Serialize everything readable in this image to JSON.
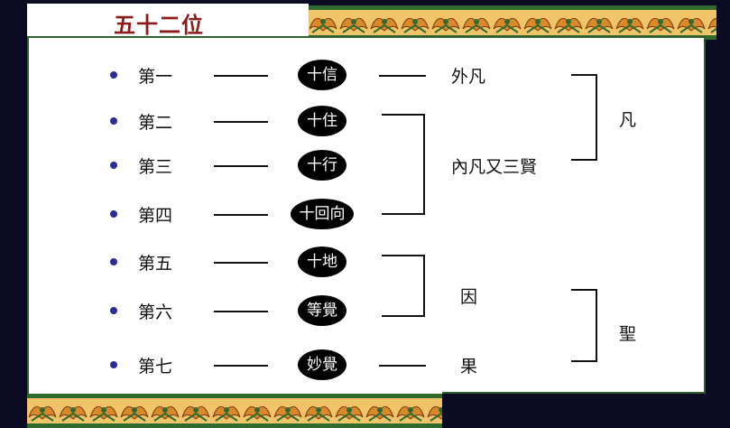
{
  "title": "五十二位",
  "rows": [
    {
      "rank": "第一",
      "stage": "十信"
    },
    {
      "rank": "第二",
      "stage": "十住"
    },
    {
      "rank": "第三",
      "stage": "十行"
    },
    {
      "rank": "第四",
      "stage": "十回向"
    },
    {
      "rank": "第五",
      "stage": "十地"
    },
    {
      "rank": "第六",
      "stage": "等覺"
    },
    {
      "rank": "第七",
      "stage": "妙覺"
    }
  ],
  "groups": {
    "outer_ordinary": "外凡",
    "inner_ordinary": "內凡又三賢",
    "cause": "因",
    "effect": "果"
  },
  "classes": {
    "ordinary": "凡",
    "holy": "聖"
  },
  "colors": {
    "title": "#8b1a1a",
    "background": "#0b0b24",
    "panel_border": "#2f5f2f",
    "bullet": "#2a2a9a",
    "pill": "#000000",
    "border_orange": "#d9892a",
    "border_green": "#2f6b2f"
  }
}
